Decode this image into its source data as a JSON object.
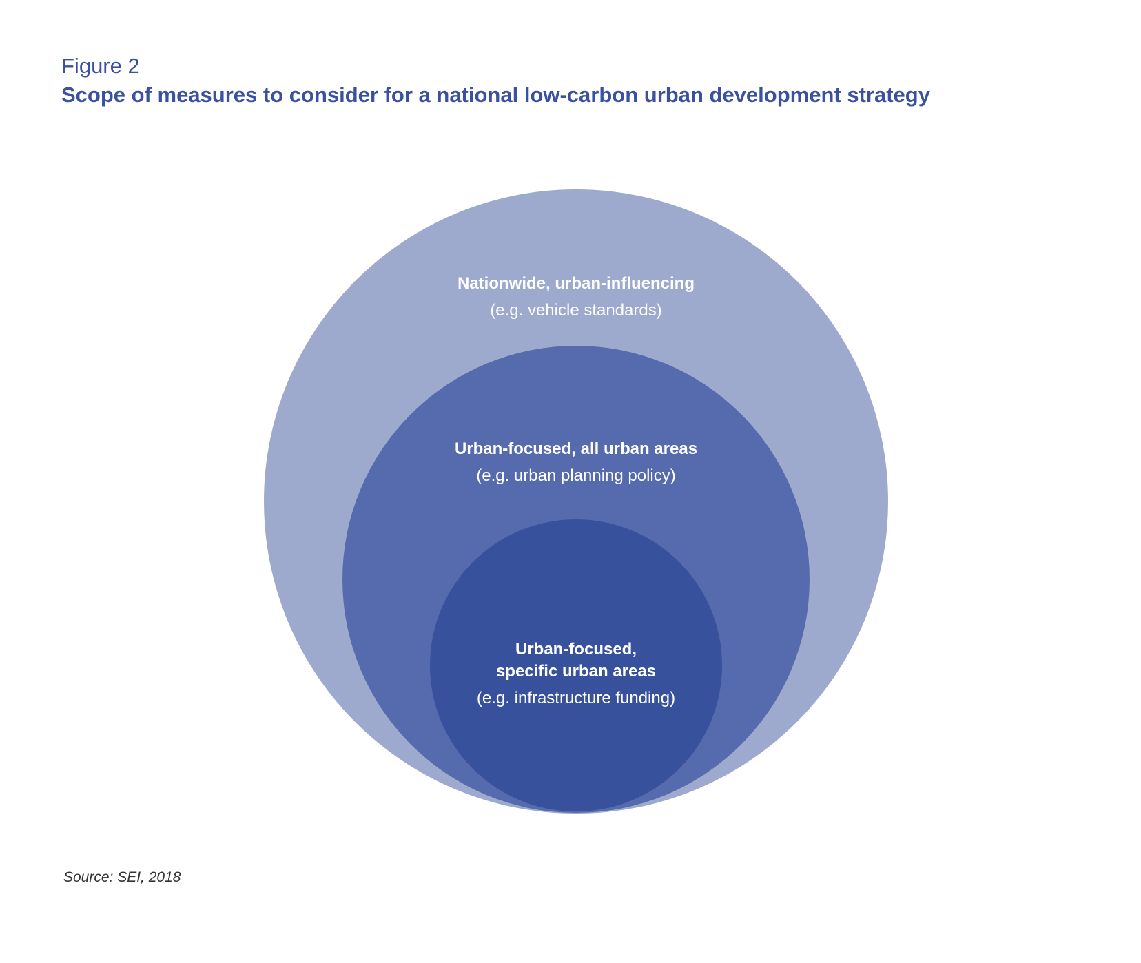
{
  "figure": {
    "label": "Figure 2",
    "title": "Scope of measures to consider for a national low-carbon urban development strategy"
  },
  "circles": {
    "outer": {
      "heading": "Nationwide, urban-influencing",
      "example": "(e.g. vehicle standards)",
      "color": "#9ea9ce"
    },
    "middle": {
      "heading": "Urban-focused, all urban areas",
      "example": "(e.g. urban planning policy)",
      "color": "#566bad"
    },
    "inner": {
      "heading_line1": "Urban-focused,",
      "heading_line2": "specific urban areas",
      "example": "(e.g. infrastructure funding)",
      "color": "#38519c"
    }
  },
  "source": "Source: SEI, 2018"
}
